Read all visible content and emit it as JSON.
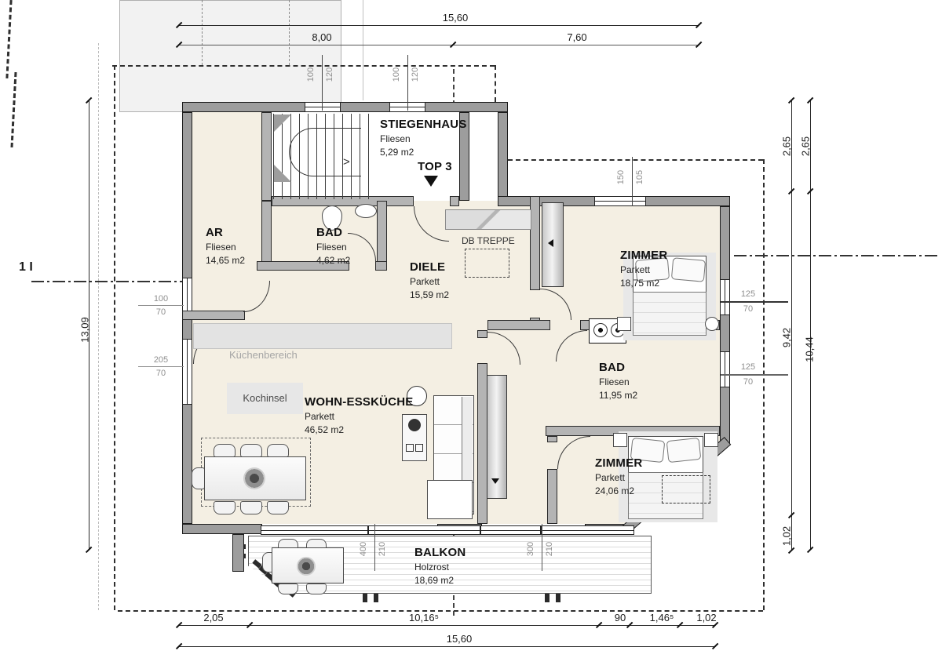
{
  "markers": {
    "top3_label": "TOP 3",
    "db_treppe_label": "DB TREPPE",
    "kueche_label": "Küchenbereich",
    "kochinsel_label": "Kochinsel",
    "section_marker": "1 I",
    "stair_arrow": ">"
  },
  "rooms": [
    {
      "name": "STIEGENHAUS",
      "floor": "Fliesen",
      "area": "5,29 m2"
    },
    {
      "name": "AR",
      "floor": "Fliesen",
      "area": "14,65 m2"
    },
    {
      "name": "BAD",
      "floor": "Fliesen",
      "area": "4,62 m2"
    },
    {
      "name": "DIELE",
      "floor": "Parkett",
      "area": "15,59 m2"
    },
    {
      "name": "ZIMMER",
      "floor": "Parkett",
      "area": "18,75 m2"
    },
    {
      "name": "BAD",
      "floor": "Fliesen",
      "area": "11,95 m2"
    },
    {
      "name": "ZIMMER",
      "floor": "Parkett",
      "area": "24,06 m2"
    },
    {
      "name": "WOHN-ESSKÜCHE",
      "floor": "Parkett",
      "area": "46,52 m2"
    },
    {
      "name": "BALKON",
      "floor": "Holzrost",
      "area": "18,69 m2"
    }
  ],
  "dims": {
    "top_total": "15,60",
    "top_left": "8,00",
    "top_right": "7,60",
    "bottom": [
      "2,05",
      "10,16⁵",
      "90",
      "1,46⁵",
      "1,02"
    ],
    "bottom_total": "15,60",
    "left_total": "13,09",
    "right_inner": [
      "2,65",
      "9,42",
      "1,02"
    ],
    "right_outer": [
      "2,65",
      "10,44"
    ]
  },
  "windows": {
    "top1": {
      "a": "100",
      "b": "120"
    },
    "top2": {
      "a": "100",
      "b": "120"
    },
    "topright": {
      "a": "150",
      "b": "105"
    },
    "left1": {
      "a": "100",
      "b": "70"
    },
    "left2": {
      "a": "205",
      "b": "70"
    },
    "right1": {
      "a": "125",
      "b": "70"
    },
    "right2": {
      "a": "125",
      "b": "70"
    },
    "balcony1": {
      "a": "400",
      "b": "210"
    },
    "balcony2": {
      "a": "300",
      "b": "210"
    }
  },
  "colors": {
    "exterior_wall": "#9d9d9d",
    "interior_wall": "#b4b4b4",
    "floor": "#f4efe3",
    "ghost_area": "#f2f2f2",
    "dim_text": "#1a1a1a",
    "window_dim_text": "#8f8f8f"
  }
}
